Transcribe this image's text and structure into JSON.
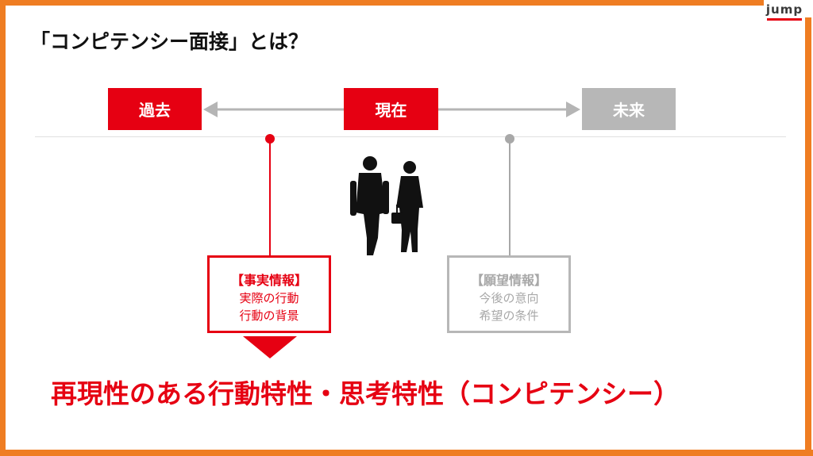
{
  "brand": {
    "logo_text": "jump",
    "accent": "#ef7d22",
    "red": "#e60012",
    "gray": "#b7b7b7"
  },
  "title": "「コンピテンシー面接」とは？",
  "timeline": {
    "past": "過去",
    "now": "現在",
    "future": "未来"
  },
  "fact_box": {
    "heading": "【事実情報】",
    "line1": "実際の行動",
    "line2": "行動の背景"
  },
  "hope_box": {
    "heading": "【願望情報】",
    "line1": "今後の意向",
    "line2": "希望の条件"
  },
  "figure_icon": "business-people-walking-silhouette",
  "conclusion": "再現性のある行動特性・思考特性（コンピテンシー）"
}
